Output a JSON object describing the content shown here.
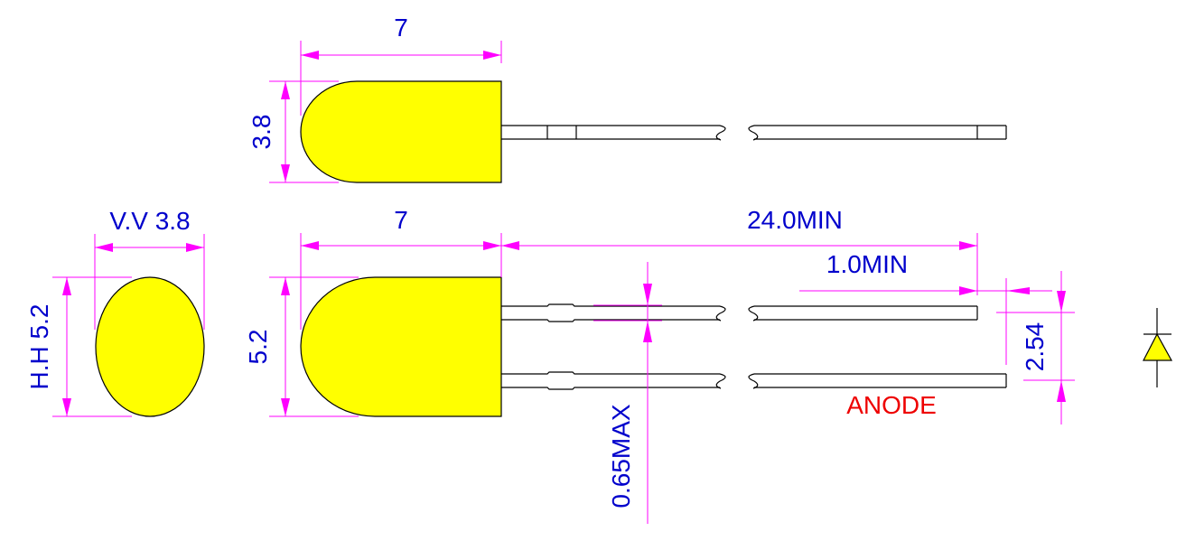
{
  "drawing": {
    "title": "Oval LED 5.2 x 3.8 mm dimensional drawing",
    "colors": {
      "body": "#ffff00",
      "dimension": "#ff00ff",
      "label": "#0000cc",
      "anode_label": "#ee0000",
      "outline": "#000000"
    },
    "top_view": {
      "length_label": "7",
      "height_label": "3.8"
    },
    "end_view": {
      "width_label": "V.V 3.8",
      "height_label": "H.H 5.2"
    },
    "side_view": {
      "length_label": "7",
      "height_label": "5.2",
      "lead_length_label": "24.0MIN",
      "lead_offset_label": "1.0MIN",
      "lead_thickness_label": "0.65MAX",
      "lead_pitch_label": "2.54",
      "anode_label": "ANODE"
    },
    "symbol": {
      "name": "diode-symbol"
    }
  }
}
